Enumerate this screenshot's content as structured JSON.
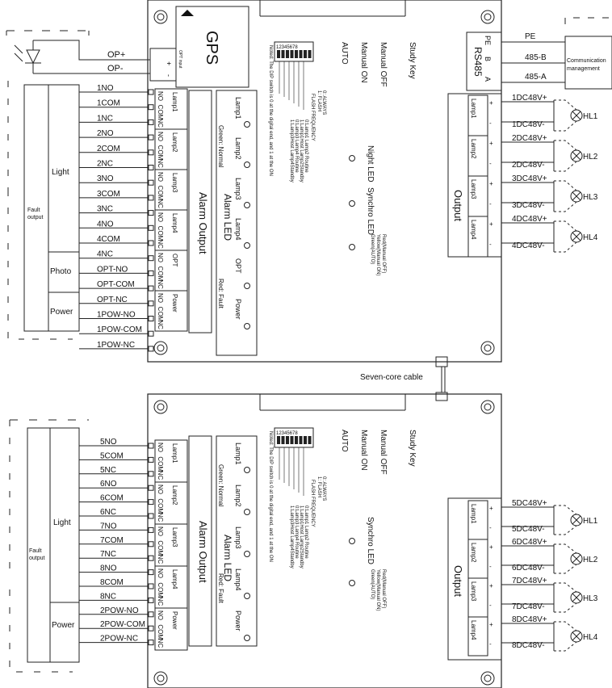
{
  "upper": {
    "gps": "GPS",
    "opt_input": "OPT input",
    "op_plus": "OP+",
    "op_minus": "OP-",
    "plus": "+",
    "minus": "-",
    "pe_small": "PE",
    "b_small": "B",
    "a_small": "A",
    "rs485": "RS485",
    "pe_wire": "PE",
    "b_wire": "485-B",
    "a_wire": "485-A",
    "comm_line1": "Communication",
    "comm_line2": "management",
    "fault_output": [
      "Fault",
      "output"
    ],
    "light": "Light",
    "photo": "Photo",
    "power": "Power",
    "light_wires": [
      "1NO",
      "1COM",
      "1NC",
      "2NO",
      "2COM",
      "2NC",
      "3NO",
      "3COM",
      "3NC",
      "4NO",
      "4COM",
      "4NC"
    ],
    "photo_wires": [
      "OPT-NO",
      "OPT-COM",
      "OPT-NC"
    ],
    "power_wires": [
      "1POW-NO",
      "1POW-COM",
      "1POW-NC"
    ],
    "alarm_output": "Alarm Output",
    "alarm_led": "Alarm LED",
    "lamp_groups": [
      "Lamp1",
      "Lamp2",
      "Lamp3",
      "Lamp4",
      "OPT",
      "Power"
    ],
    "led_labels": [
      "Lamp1",
      "Lamp2",
      "Lamp3",
      "Lamp4",
      "OPT",
      "Power"
    ],
    "green_normal": "Green: Normal",
    "red_fault": "Red: Fault",
    "mode_labels": [
      "Study Key",
      "Manual OFF",
      "Manual ON",
      "AUTO"
    ],
    "night_led": "Night LED",
    "synchro_led": "Synchro LED",
    "status_colors": [
      "Red(Manual OFF)",
      "Yellow(Manual ON)",
      "Green(AUTO)"
    ],
    "dip_notes": [
      "0: ALWAYS",
      "1: FLASH",
      "FLASH FREQUENCY",
      "0:Lamp1 Lamp2 Routine",
      "1:Lamp1Host Lamp2Standby",
      "0:Lamp3 Lamp4 Routine",
      "1:Lamp3Host Lamp4Standby"
    ],
    "dip_switch_note": "Noted: The DIP switch is 0 at the digital end, and 1 at the ON",
    "output": "Output",
    "output_lamps": [
      "Lamp1",
      "Lamp2",
      "Lamp3",
      "Lamp4"
    ],
    "output_wires": [
      "1DC48V+",
      "1DC48V-",
      "2DC48V+",
      "2DC48V-",
      "3DC48V+",
      "3DC48V-",
      "4DC48V+",
      "4DC48V-"
    ],
    "hl": [
      "HL1",
      "HL2",
      "HL3",
      "HL4"
    ]
  },
  "cable": "Seven-core cable",
  "lower": {
    "fault_output": [
      "Fault",
      "output"
    ],
    "light": "Light",
    "power": "Power",
    "light_wires": [
      "5NO",
      "5COM",
      "5NC",
      "6NO",
      "6COM",
      "6NC",
      "7NO",
      "7COM",
      "7NC",
      "8NO",
      "8COM",
      "8NC"
    ],
    "power_wires": [
      "2POW-NO",
      "2POW-COM",
      "2POW-NC"
    ],
    "alarm_output": "Alarm Output",
    "alarm_led": "Alarm LED",
    "lamp_groups": [
      "Lamp1",
      "Lamp2",
      "Lamp3",
      "Lamp4",
      "Power"
    ],
    "led_labels": [
      "Lamp1",
      "Lamp2",
      "Lamp3",
      "Lamp4",
      "Power"
    ],
    "green_normal": "Green: Normal",
    "red_fault": "Red: Fault",
    "mode_labels": [
      "Study Key",
      "Manual OFF",
      "Manual ON",
      "AUTO"
    ],
    "synchro_led": "Synchro LED",
    "status_colors": [
      "Red(Manual OFF)",
      "Yellow(Manual ON)",
      "Green(AUTO)"
    ],
    "dip_notes": [
      "0: ALWAYS",
      "1: FLASH",
      "FLASH FREQUENCY",
      "0:Lamp1 Lamp2 Routine",
      "1:Lamp1Host Lamp2Standby",
      "0:Lamp3 Lamp4 Routine",
      "1:Lamp3Host Lamp4Standby"
    ],
    "dip_switch_note": "Noted: The DIP switch is 0 at the digital end, and 1 at the ON",
    "output": "Output",
    "output_lamps": [
      "Lamp1",
      "Lamp2",
      "Lamp3",
      "Lamp4"
    ],
    "output_wires": [
      "5DC48V+",
      "5DC48V-",
      "6DC48V+",
      "6DC48V-",
      "7DC48V+",
      "7DC48V-",
      "8DC48V+",
      "8DC48V-"
    ],
    "hl": [
      "HL1",
      "HL2",
      "HL3",
      "HL4"
    ]
  },
  "terminal_labels": {
    "no": "NO",
    "com": "COM",
    "nc": "NC"
  },
  "dip_numbers": "12345678",
  "pm": {
    "plus": "+",
    "minus": "-"
  }
}
